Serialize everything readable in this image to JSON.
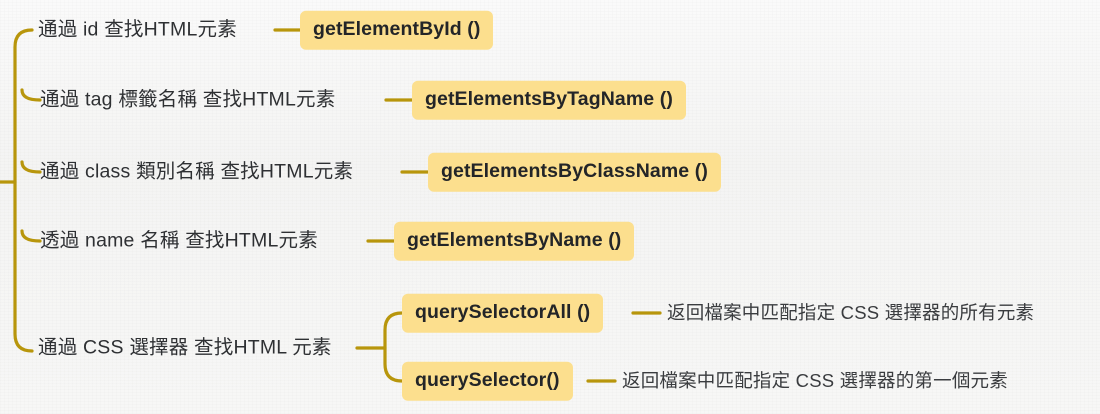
{
  "diagram": {
    "type": "mindmap",
    "title_text": "",
    "colors": {
      "background": "#f7f7f6",
      "badge_fill": "#fcdf8e",
      "connector": "#b8960c",
      "text": "#2e3033"
    },
    "root": {
      "branches": [
        {
          "label": "通過 id 查找HTML元素",
          "method": "getElementById ()",
          "children": []
        },
        {
          "label": "通過 tag 標籤名稱 查找HTML元素",
          "method": "getElementsByTagName ()",
          "children": []
        },
        {
          "label": "通過 class 類別名稱 查找HTML元素",
          "method": "getElementsByClassName ()",
          "children": []
        },
        {
          "label": "透過 name 名稱 查找HTML元素",
          "method": "getElementsByName ()",
          "children": []
        },
        {
          "label": "通過 CSS 選擇器 查找HTML 元素",
          "method": "",
          "children": [
            {
              "method": "querySelectorAll ()",
              "description": "返回檔案中匹配指定 CSS 選擇器的所有元素"
            },
            {
              "method": "querySelector()",
              "description": "返回檔案中匹配指定 CSS 選擇器的第一個元素"
            }
          ]
        }
      ]
    }
  }
}
